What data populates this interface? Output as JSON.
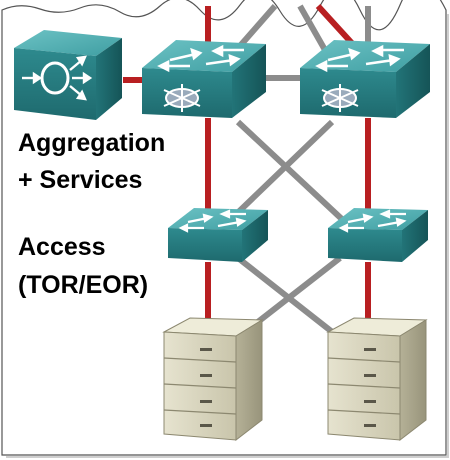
{
  "labels": {
    "aggregation_line1": "Aggregation",
    "aggregation_line2": "+ Services",
    "access_line1": "Access",
    "access_line2": "(TOR/EOR)"
  },
  "colors": {
    "uplink_red": "#b81f21",
    "cross_link_gray": "#8c8c8c",
    "device_teal": "#2e8a8e",
    "device_teal_top": "#5fb6b8",
    "server_beige": "#d9d5bf"
  },
  "icons": [
    "service-module-icon",
    "aggregation-switch-icon",
    "access-switch-icon",
    "server-rack-icon"
  ]
}
